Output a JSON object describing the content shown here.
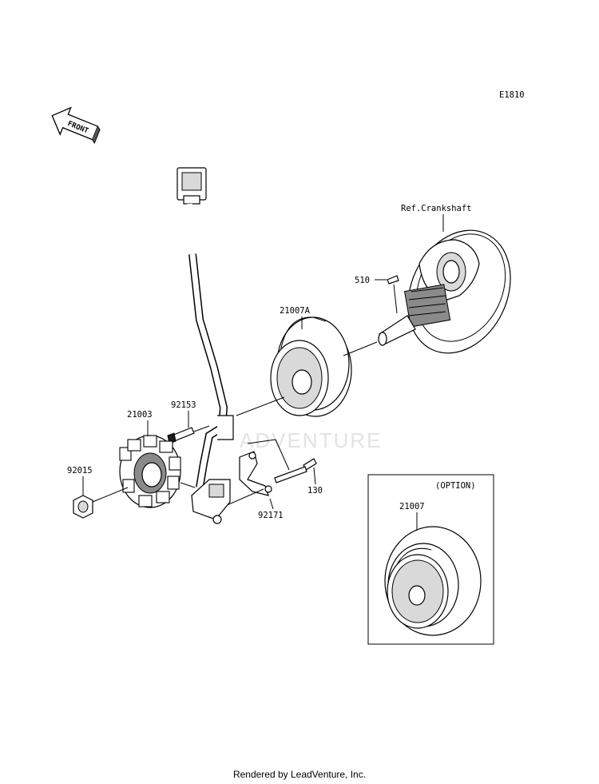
{
  "diagram_code": "E1810",
  "front_label": "FRONT",
  "watermark": "ADVENTURE",
  "reference_label": "Ref.Crankshaft",
  "option_label": "(OPTION)",
  "parts": {
    "flywheel": "21007A",
    "key": "510",
    "bolt_stator": "92153",
    "stator": "21003",
    "nut": "92015",
    "bolt_130": "130",
    "clamp": "92171",
    "option_flywheel": "21007"
  },
  "footer": "Rendered by LeadVenture, Inc."
}
